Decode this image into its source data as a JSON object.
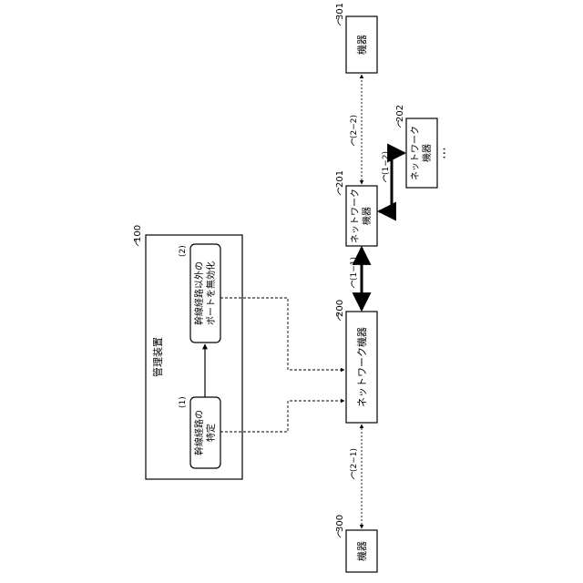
{
  "management_device": {
    "label": "管理装置",
    "ref": "100",
    "step1": {
      "ref": "(1)",
      "line1": "幹線経路の",
      "line2": "特定"
    },
    "step2": {
      "ref": "(2)",
      "line1": "幹線経路以外の",
      "line2": "ポートを無効化"
    }
  },
  "nodes": {
    "n300": {
      "label": "機器",
      "ref": "300"
    },
    "n200": {
      "label": "ネットワーク機器",
      "ref": "200"
    },
    "n201": {
      "line1": "ネットワーク",
      "line2": "機器",
      "ref": "201"
    },
    "n301": {
      "label": "機器",
      "ref": "301"
    },
    "n202": {
      "line1": "ネットワーク",
      "line2": "機器",
      "ref": "202"
    }
  },
  "links": {
    "l21": "(2−1)",
    "l11": "(1−1)",
    "l22": "(2−2)",
    "l12": "(1−2)"
  },
  "ellipsis": "⋯"
}
